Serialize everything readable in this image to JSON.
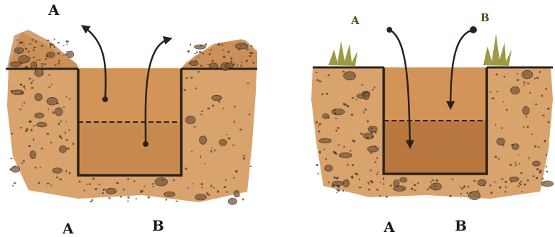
{
  "panels": [
    {
      "id": "left",
      "labels": {
        "top_a": "A",
        "bottom_a": "A",
        "bottom_b": "B"
      },
      "arrow_direction": "up-out"
    },
    {
      "id": "right",
      "labels": {
        "top_a": "A",
        "top_b": "B",
        "bottom_a": "A",
        "bottom_b": "B"
      },
      "arrow_direction": "down-in"
    }
  ],
  "colors": {
    "soil": "#d9a36e",
    "soil_dark": "#b87a45",
    "pit_fill": "#cf8f55",
    "pit_fill_lower": "#c0804a",
    "outline": "#2b2218",
    "grass": "#8a8a3a"
  }
}
